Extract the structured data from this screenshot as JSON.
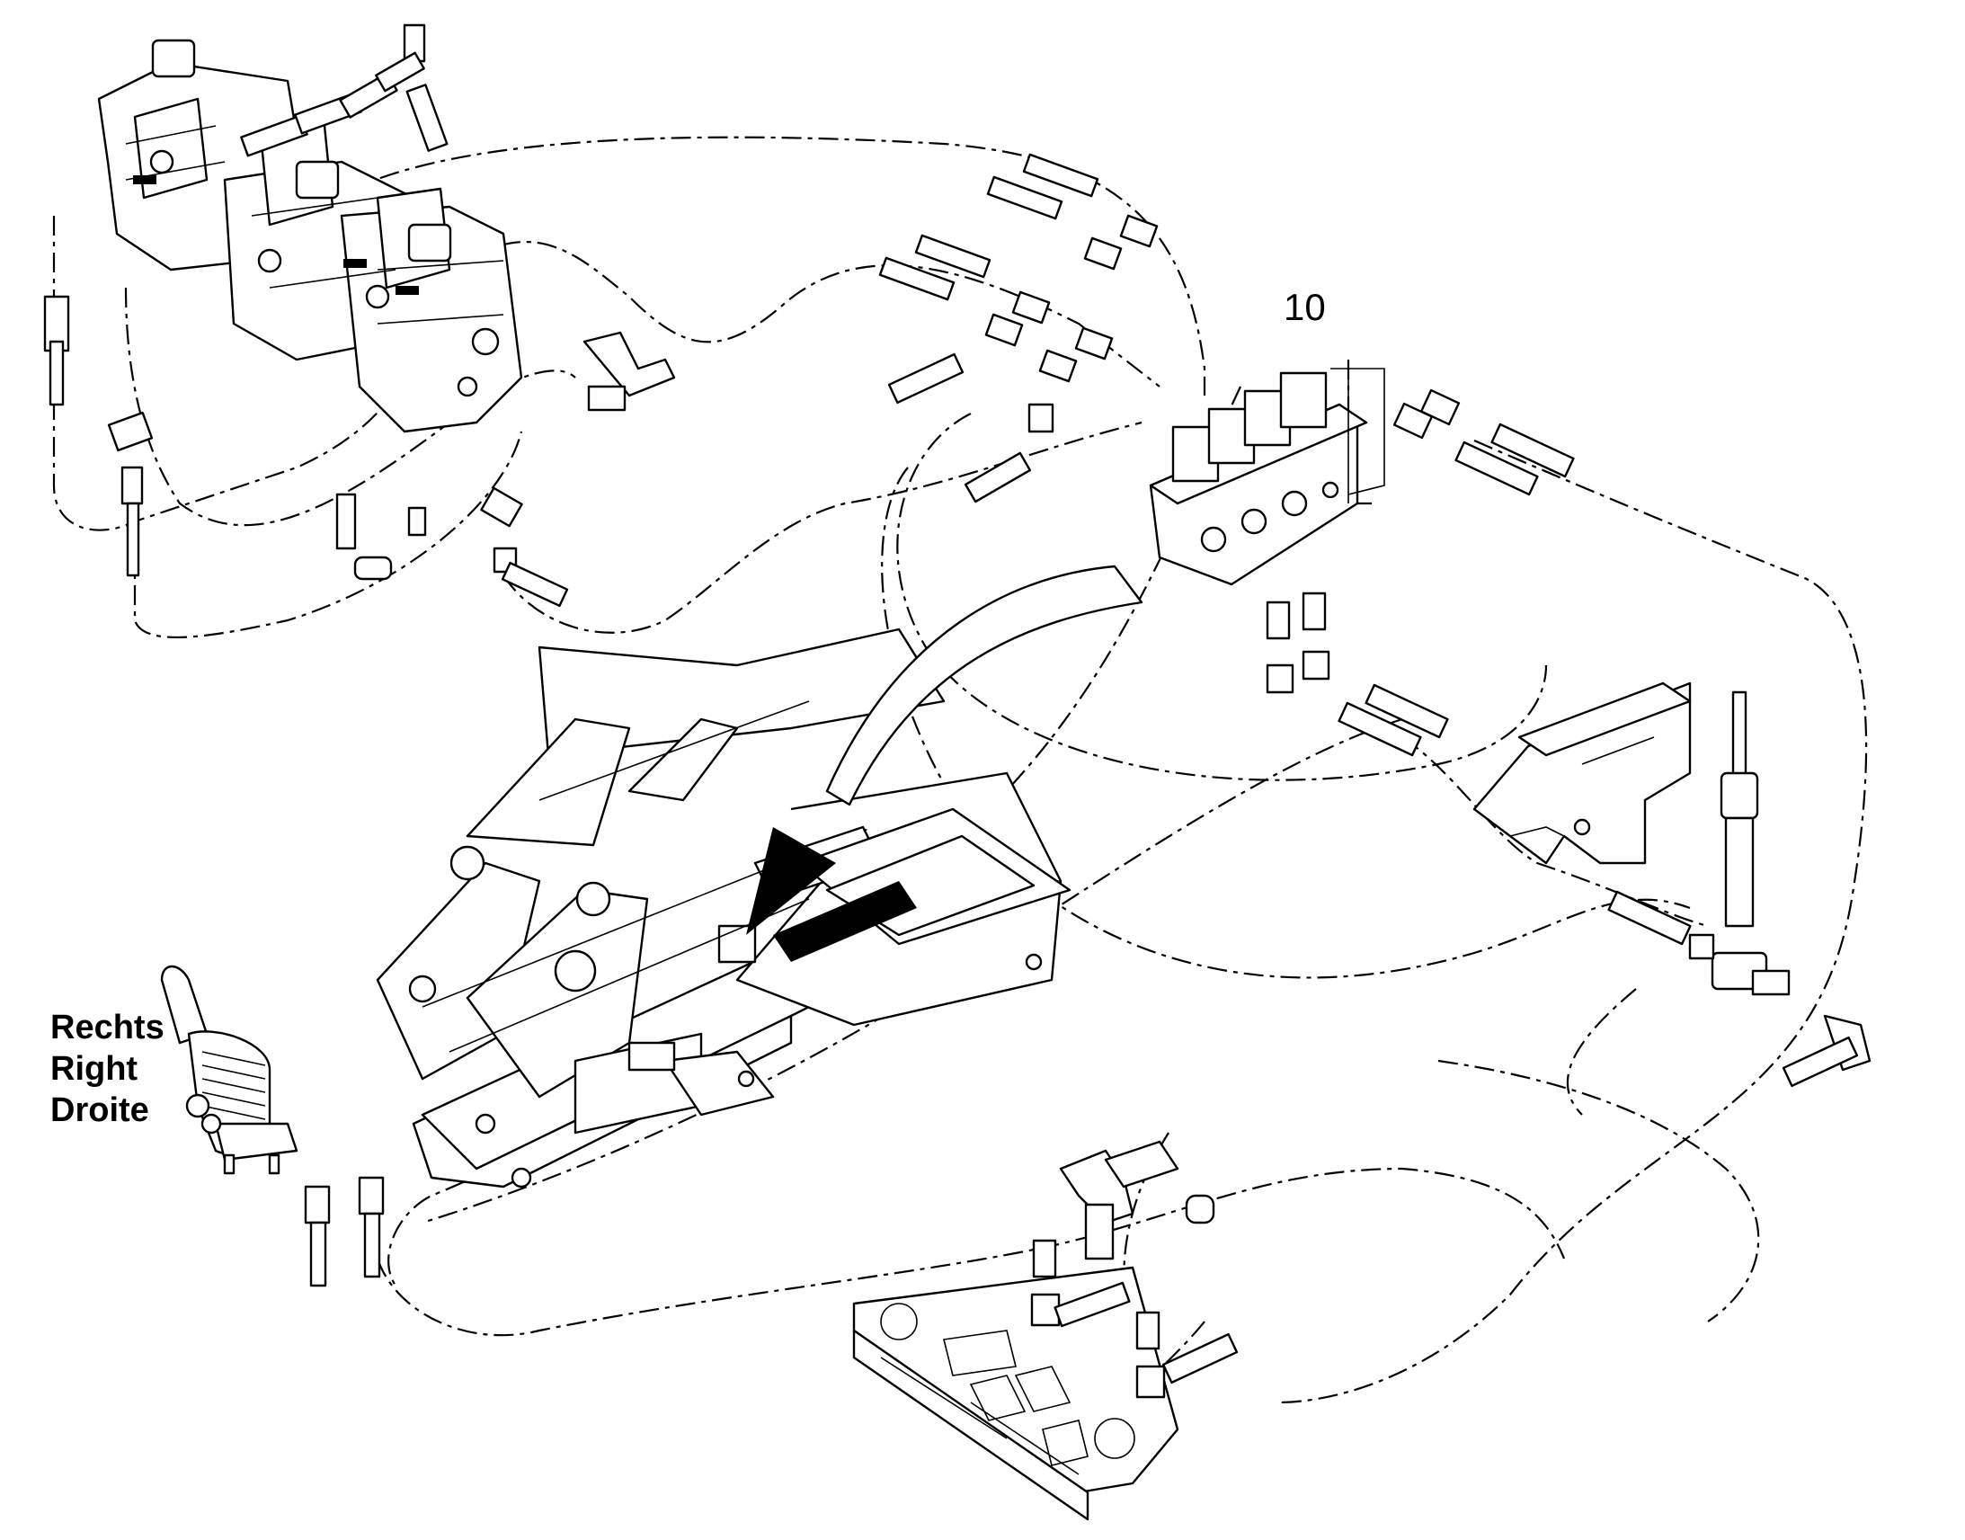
{
  "callouts": [
    {
      "number": "10"
    }
  ],
  "side_label": {
    "lines": [
      "Rechts",
      "Right",
      "Droite"
    ]
  },
  "icons": {
    "valve_block": "control-valve-block-icon",
    "solenoid_valve": "solenoid-valve-block-icon",
    "frame": "upper-frame-icon",
    "joystick": "joystick-icon",
    "floor_plate": "floor-plate-icon",
    "bracket": "mounting-bracket-icon",
    "sensor": "pressure-sensor-icon"
  },
  "colors": {
    "line": "#000000",
    "background": "#ffffff"
  }
}
